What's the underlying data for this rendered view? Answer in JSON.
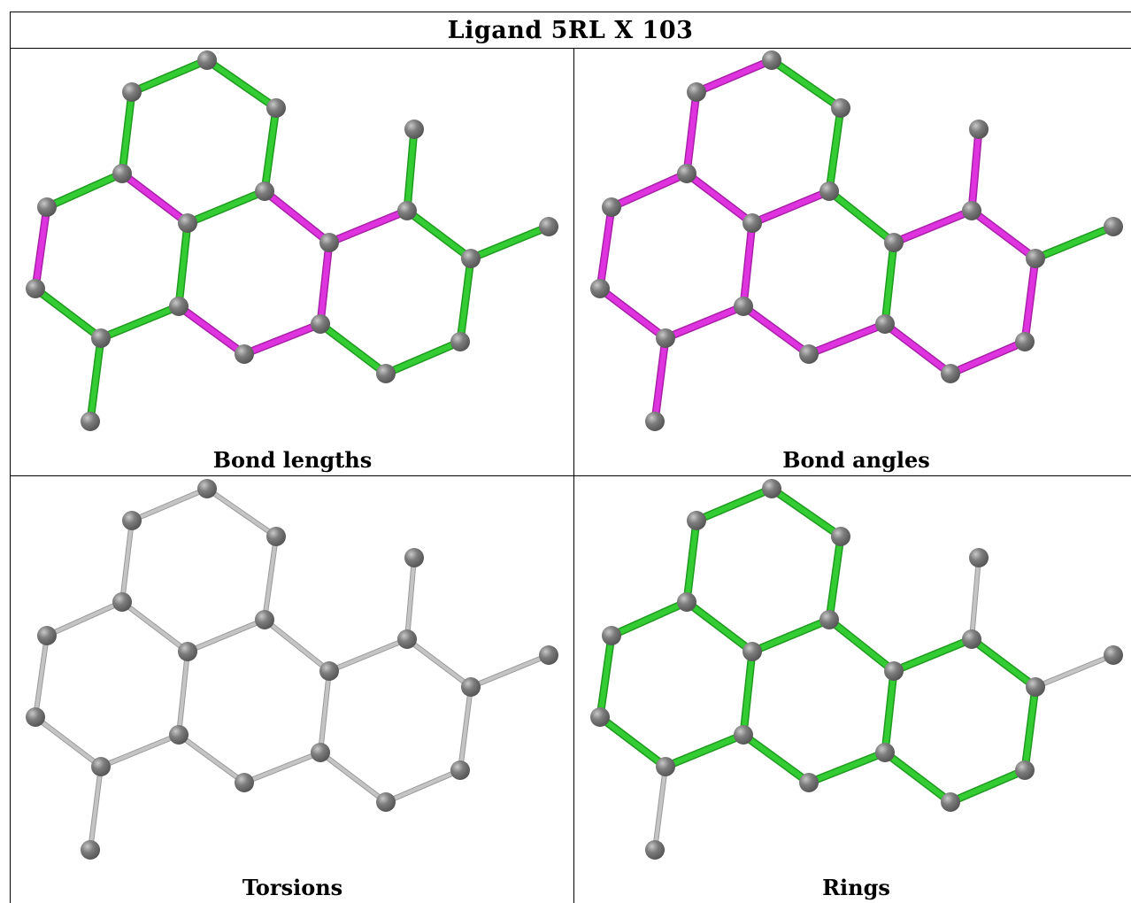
{
  "title": "Ligand 5RL X 103",
  "panels": [
    {
      "caption": "Bond lengths",
      "mode": "lengths"
    },
    {
      "caption": "Bond angles",
      "mode": "angles"
    },
    {
      "caption": "Torsions",
      "mode": "torsions"
    },
    {
      "caption": "Rings",
      "mode": "rings"
    }
  ],
  "colors": {
    "green": "#33cc33",
    "magenta": "#e033e0",
    "grey": "#c4c4c4",
    "atom": "#7a7a7a",
    "atom_highlight": "#bdbdbd"
  }
}
